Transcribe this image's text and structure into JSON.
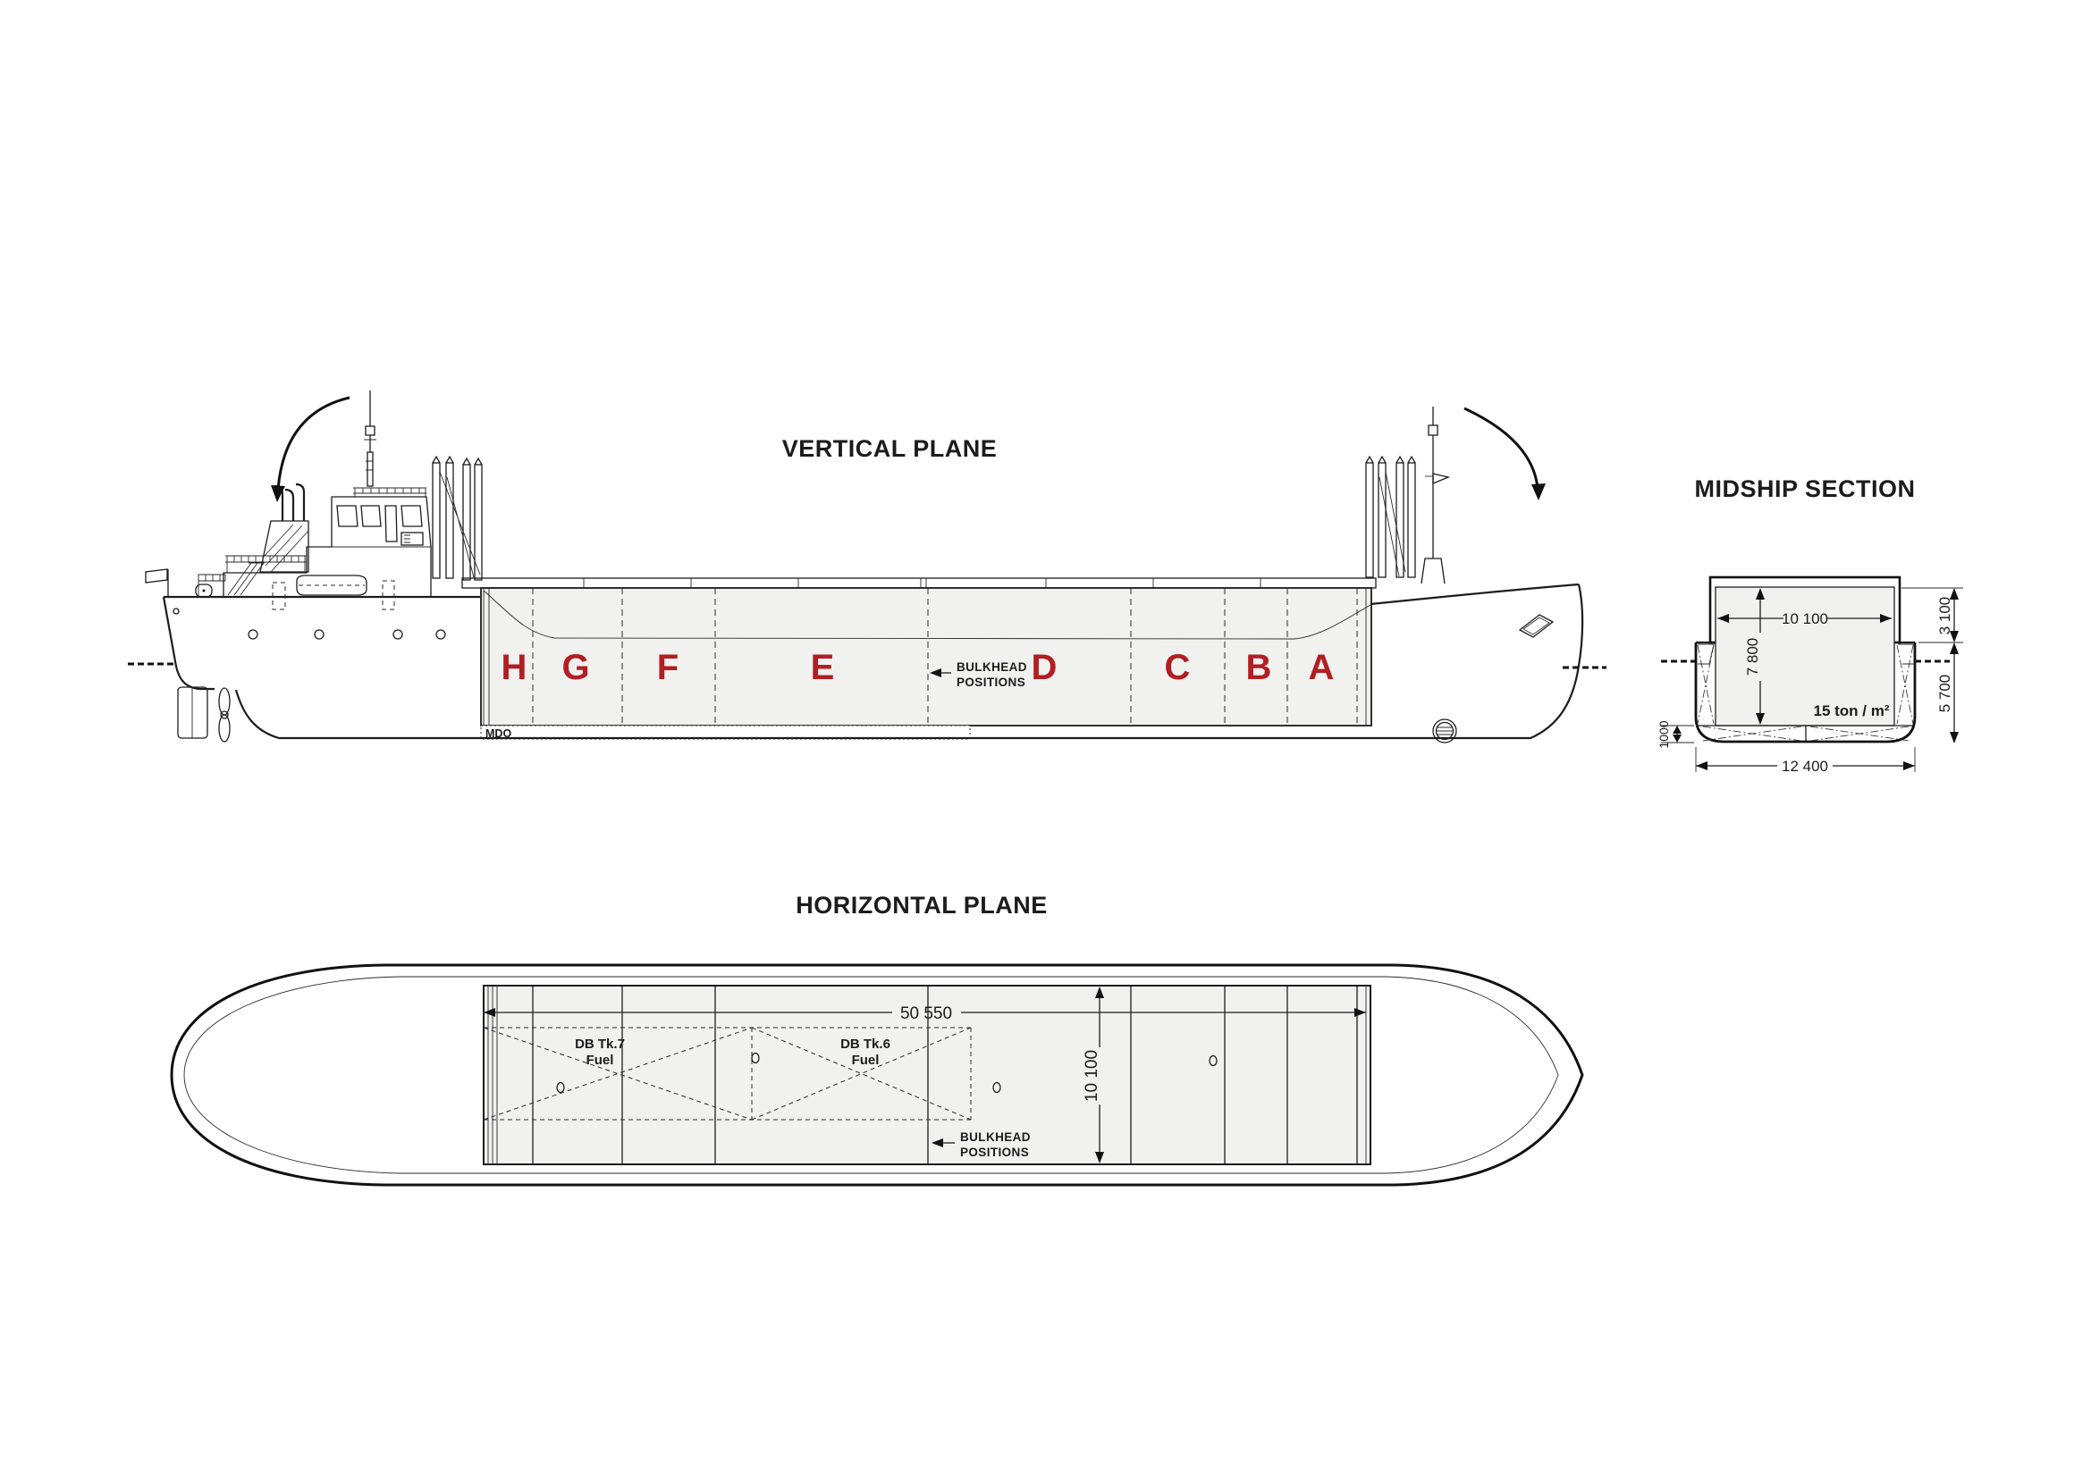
{
  "colors": {
    "line": "#1c1c1c",
    "hold_fill": "#f1f1ef",
    "hold_letter_red": "#b11e23",
    "background": "#ffffff"
  },
  "vertical_plane": {
    "title": "VERTICAL PLANE",
    "hold_letters": [
      {
        "letter": "H"
      },
      {
        "letter": "G"
      },
      {
        "letter": "F"
      },
      {
        "letter": "E"
      },
      {
        "letter": "D"
      },
      {
        "letter": "C"
      },
      {
        "letter": "B"
      },
      {
        "letter": "A"
      }
    ],
    "bulkhead_note": {
      "line1": "BULKHEAD",
      "line2": "POSITIONS"
    },
    "fuel_tank_label": "MDO"
  },
  "midship_section": {
    "title": "MIDSHIP SECTION",
    "dimensions": {
      "hold_breadth": "10 100",
      "hold_depth": "7 800",
      "hatch_coaming_height": "3 100",
      "hull_depth": "5 700",
      "double_bottom_height": "1000",
      "beam": "12 400"
    },
    "deck_load_rating": "15 ton / m²"
  },
  "horizontal_plane": {
    "title": "HORIZONTAL PLANE",
    "dimensions": {
      "hold_length": "50 550",
      "hold_breadth": "10 100"
    },
    "tanks": [
      {
        "name": "DB Tk.7",
        "contents": "Fuel"
      },
      {
        "name": "DB Tk.6",
        "contents": "Fuel"
      }
    ],
    "bulkhead_note": {
      "line1": "BULKHEAD",
      "line2": "POSITIONS"
    }
  }
}
